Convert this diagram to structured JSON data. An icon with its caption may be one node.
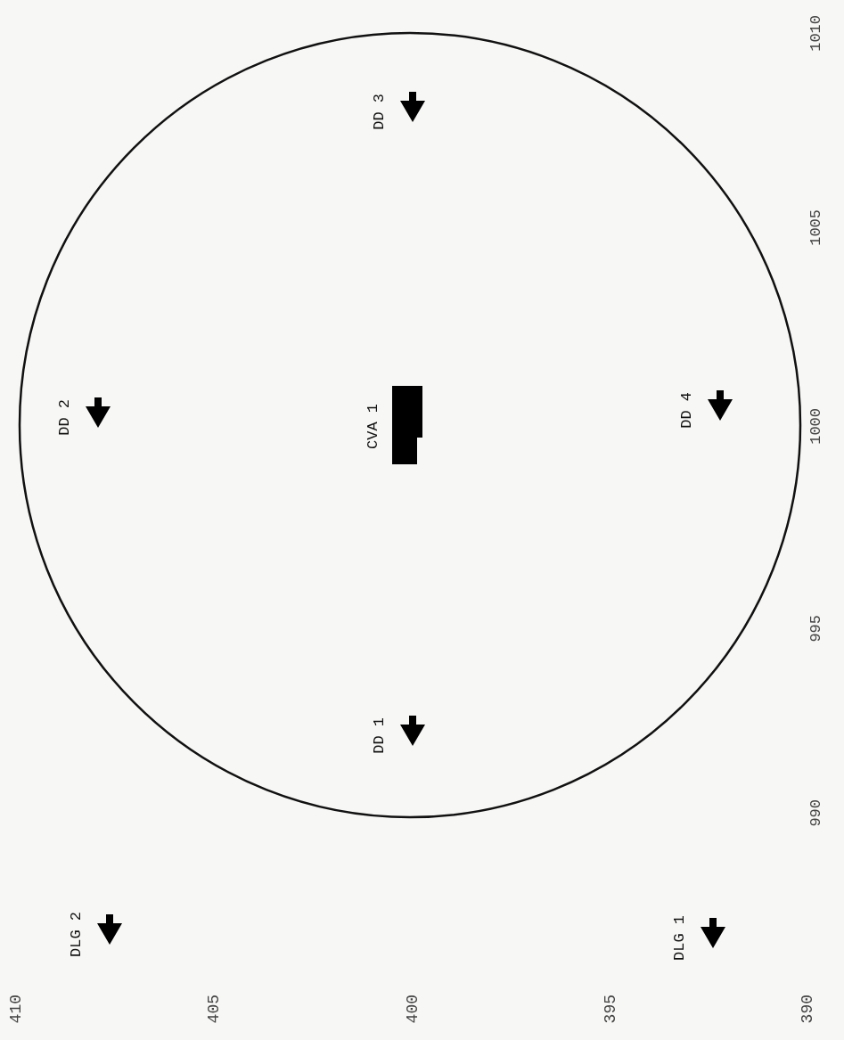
{
  "diagram": {
    "labels": [
      "DD 3",
      "DD 2",
      "CVA 1",
      "DD 4",
      "DD 1",
      "DLG 2",
      "DLG 1",
      "1010",
      "1005",
      "1000",
      "995",
      "990",
      "410",
      "405",
      "400",
      "395",
      "390"
    ]
  }
}
